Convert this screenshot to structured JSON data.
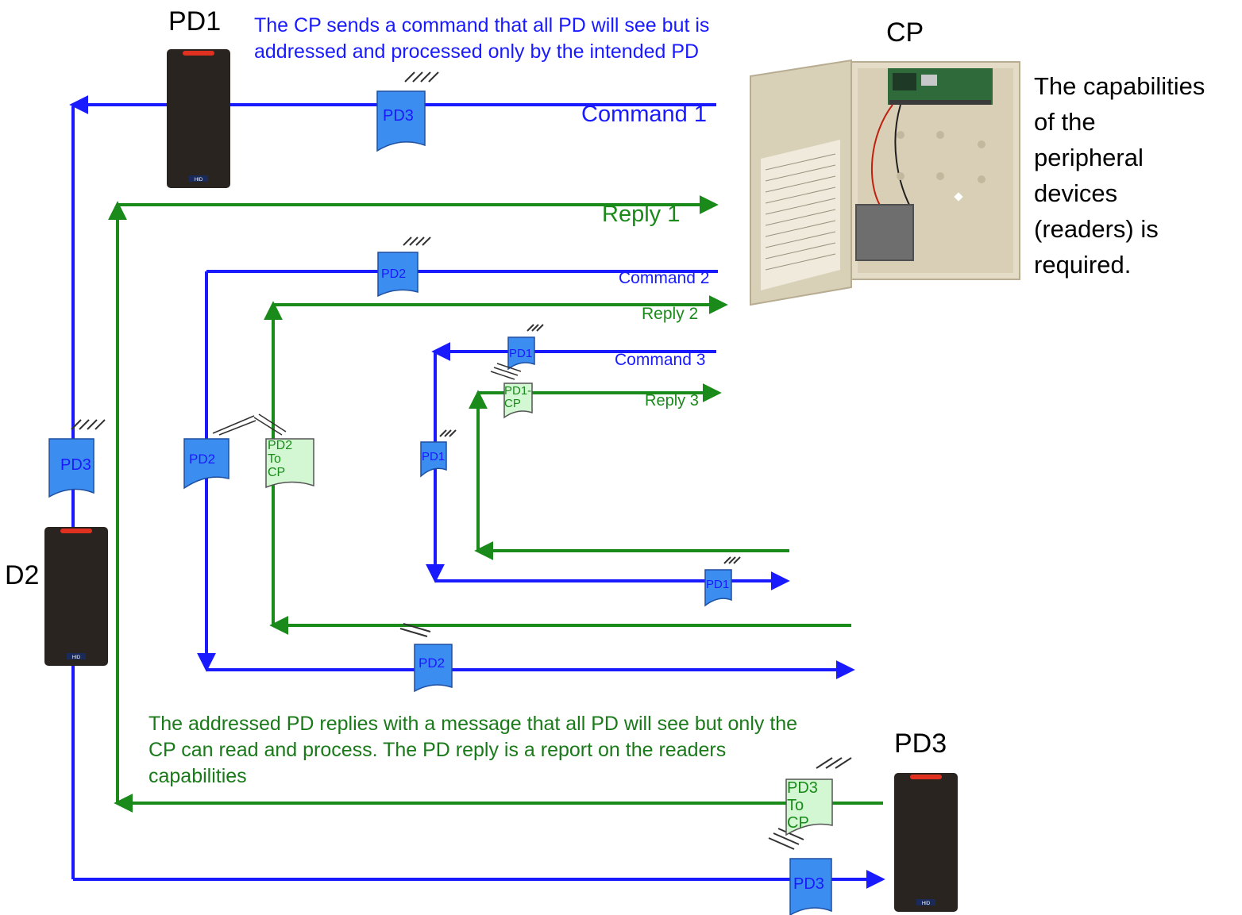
{
  "devices": {
    "pd1": "PD1",
    "pd2": "D2",
    "pd3": "PD3",
    "cp": "CP",
    "reader_badge": "HID"
  },
  "notes": {
    "top_line1": "The  CP sends  a  command  that  all  PD will  see  but  is",
    "top_line2": "addressed and processed only by the intended PD",
    "bottom_line1": "The  addressed PD replies with  a  message that  all  PD will  see  but  only  the",
    "bottom_line2": "CP can  read  and  process.  The  PD reply  is  a  report  on  the  readers",
    "bottom_line3": "capabilities",
    "right_line1": "The  capabilities",
    "right_line2": "of the",
    "right_line3": "peripheral",
    "right_line4": "devices",
    "right_line5": "(readers) is",
    "right_line6": "required."
  },
  "messages": {
    "command1": "Command 1",
    "reply1": "Reply 1",
    "command2": "Command  2",
    "reply2": "Reply  2",
    "command3": "Command  3",
    "reply3": "Reply  3"
  },
  "packets": {
    "pd3": "PD3",
    "pd2": "PD2",
    "pd1": "PD1",
    "pd2_to_cp": [
      "PD2",
      "To",
      "CP"
    ],
    "pd1_cp": [
      "PD1-",
      "CP"
    ],
    "pd3_to_cp": [
      "PD3",
      "To",
      "CP"
    ]
  },
  "colors": {
    "command": "#1a1aff",
    "reply": "#1a8a1a",
    "command_packet": "#3b8ef0",
    "reply_packet": "#d2f7d2",
    "reader_body": "#2a2420",
    "reader_stripe": "#e03020",
    "cabinet": "#d9d0b8",
    "circuit_board": "#2f6b3a",
    "battery": "#6e6e6e"
  }
}
